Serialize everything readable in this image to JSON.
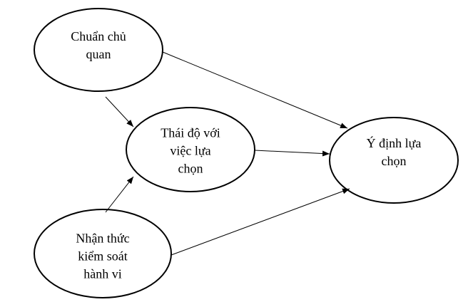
{
  "nodes": {
    "subjective_norm": {
      "lines": [
        "Chuẩn chủ",
        "quan"
      ]
    },
    "attitude": {
      "lines": [
        "Thái độ với",
        "việc lựa",
        "chọn"
      ]
    },
    "intention": {
      "lines": [
        "Ý định lựa",
        "chọn"
      ]
    },
    "perceived_control": {
      "lines": [
        "Nhận thức",
        "kiểm soát",
        "hành vi"
      ]
    }
  },
  "edges": [
    {
      "from": "subjective_norm",
      "to": "intention"
    },
    {
      "from": "subjective_norm",
      "to": "attitude"
    },
    {
      "from": "attitude",
      "to": "intention"
    },
    {
      "from": "perceived_control",
      "to": "attitude"
    },
    {
      "from": "perceived_control",
      "to": "intention"
    }
  ]
}
